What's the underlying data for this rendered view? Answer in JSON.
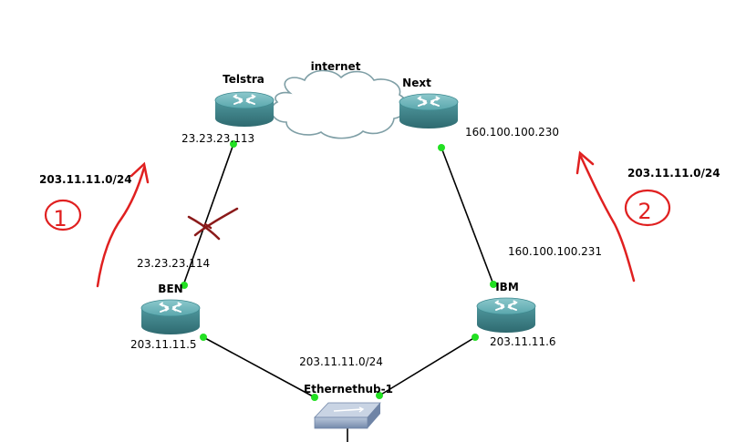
{
  "cloud_label": "internet",
  "routers": {
    "telstra": "Telstra",
    "next": "Next",
    "ben": "BEN",
    "ibm": "IBM"
  },
  "hub_label": "Ethernethub-1",
  "ip_labels": {
    "telstra_link": "23.23.23.113",
    "ben_uplink": "23.23.23.114",
    "ben_lan": "203.11.11.5",
    "next_link": "160.100.100.230",
    "ibm_uplink": "160.100.100.231",
    "ibm_lan": "203.11.11.6",
    "lan_subnet": "203.11.11.0/24",
    "path1_subnet": "203.11.11.0/24",
    "path2_subnet": "203.11.11.0/24"
  },
  "annotations": {
    "path1_number": "1",
    "path2_number": "2"
  },
  "colors": {
    "router_top": "#5aa7ad",
    "router_side": "#3c7f86",
    "link_dot": "#22e022",
    "annotation_red": "#e02020",
    "failure_cross": "#8b1a1a",
    "cloud_fill": "#ffffff",
    "cloud_stroke": "#7f9fa6",
    "hub_fill": "#8fa6c4"
  }
}
